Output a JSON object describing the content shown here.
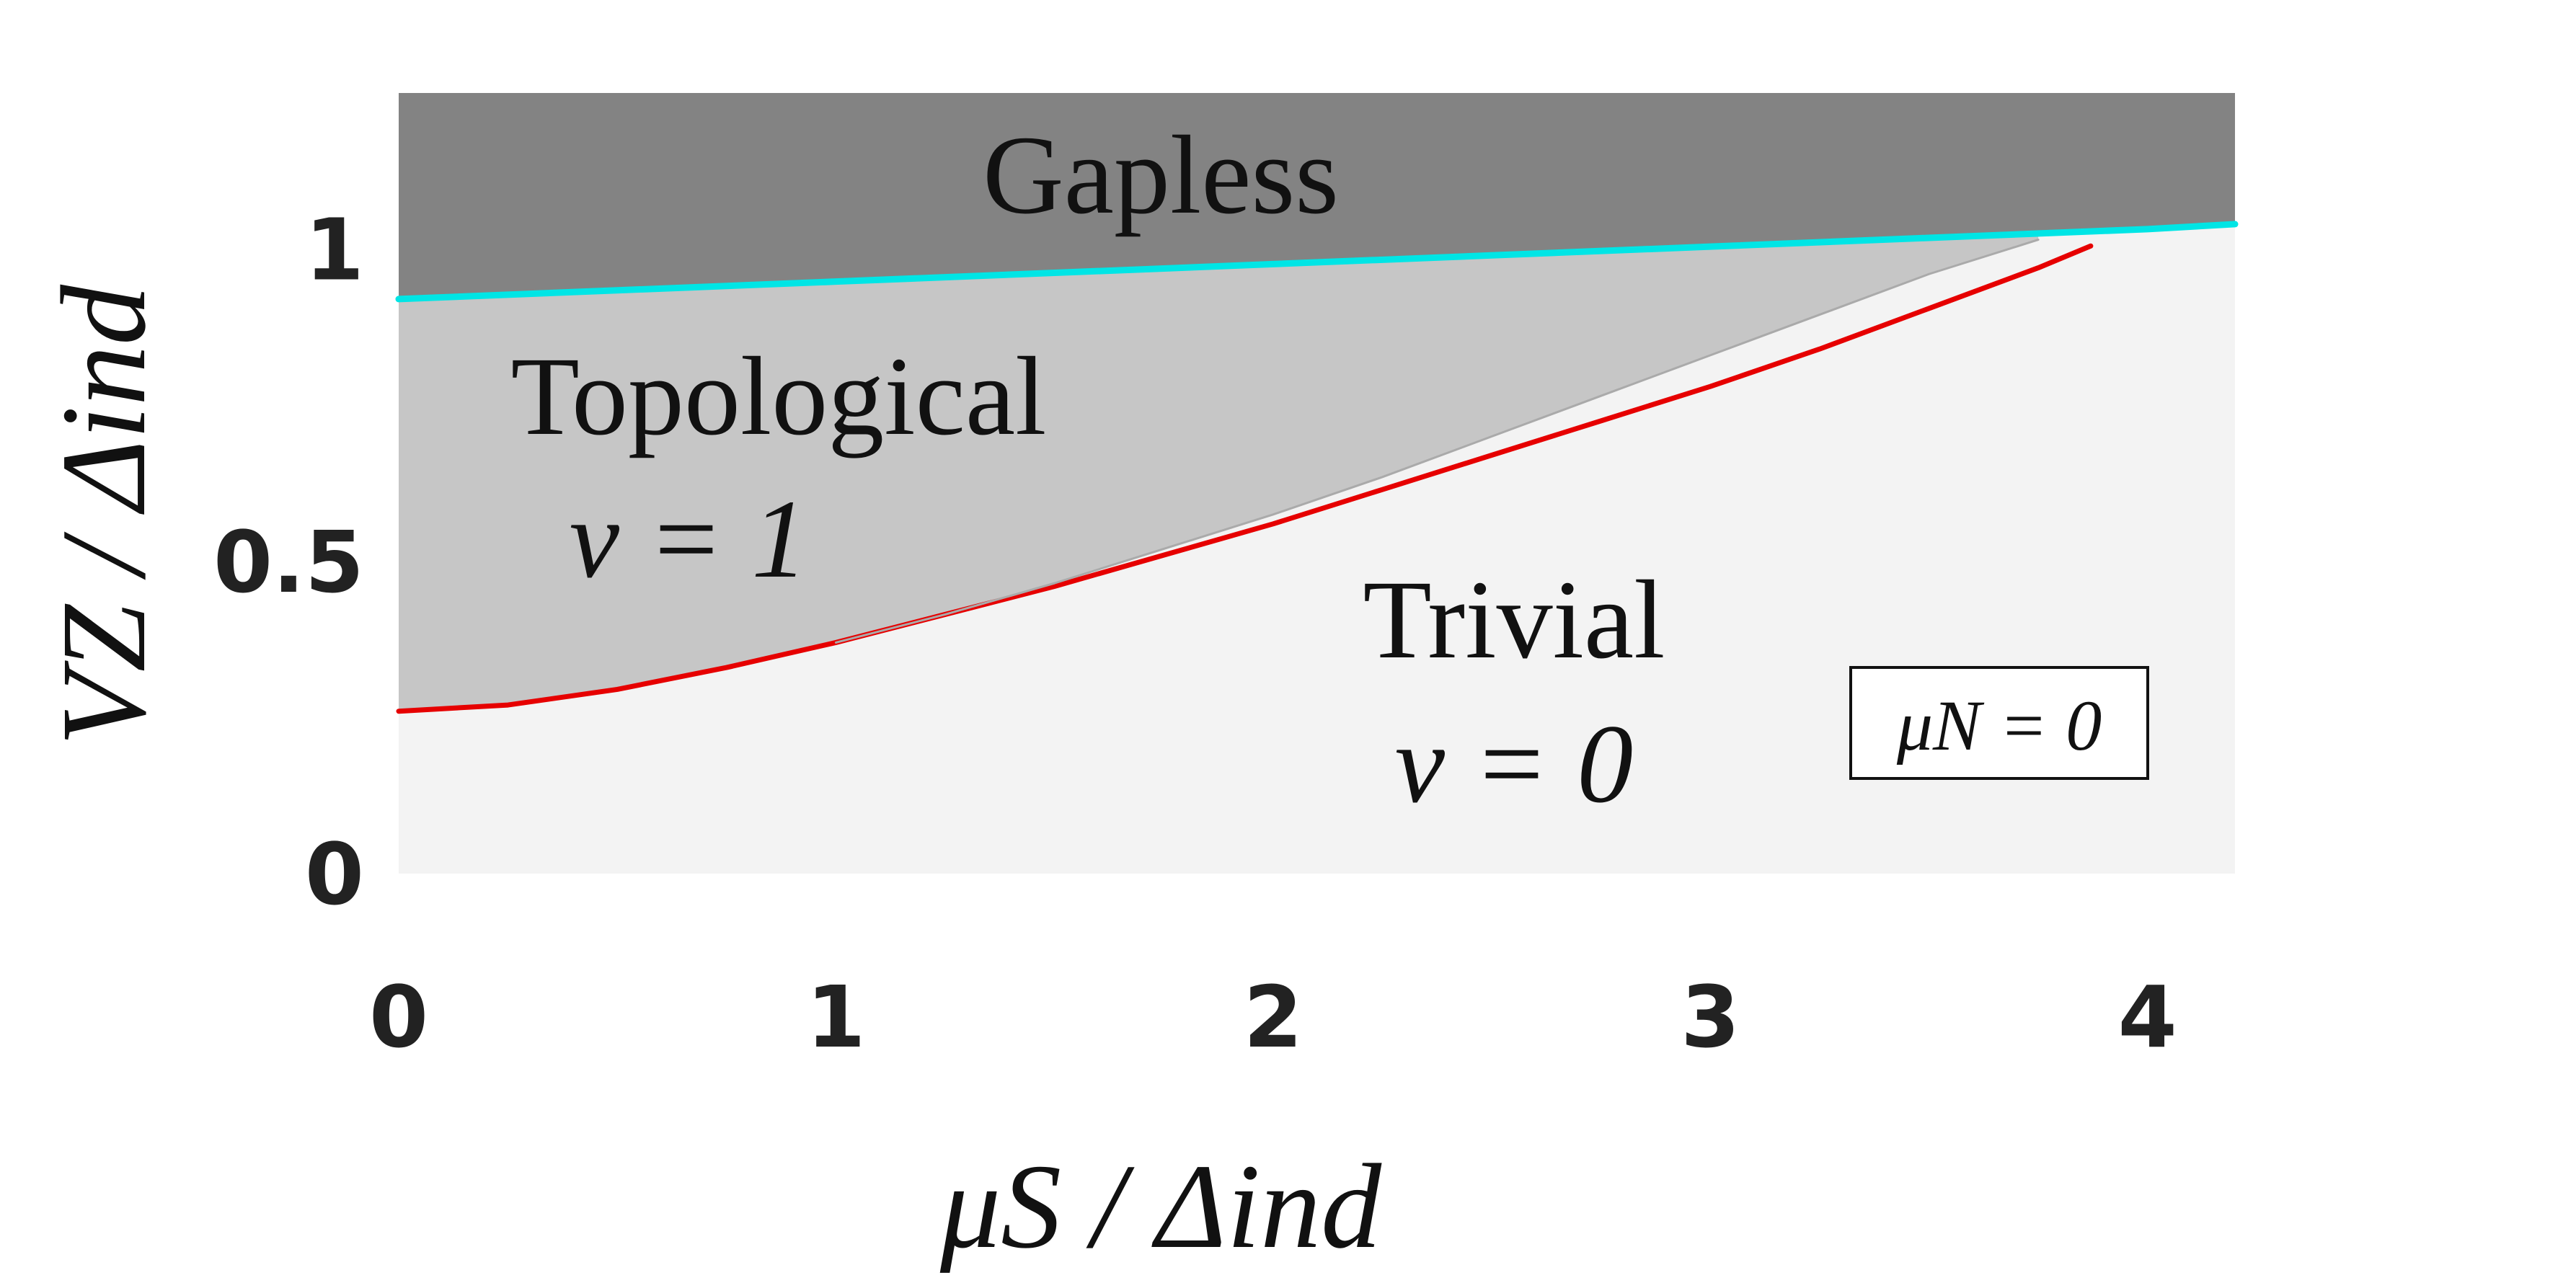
{
  "chart_data": {
    "type": "area",
    "title": "",
    "xlabel": "μS / Δind",
    "ylabel": "VZ / Δind",
    "xlim": [
      0,
      4.2
    ],
    "ylim": [
      0,
      1.25
    ],
    "xticks": [
      "0",
      "1",
      "2",
      "3",
      "4"
    ],
    "yticks": [
      "0",
      "0.5",
      "1"
    ],
    "grid": false,
    "annotation": "μN = 0",
    "regions": [
      {
        "label": "Gapless",
        "color": "#838383"
      },
      {
        "label": "Topological",
        "sublabel": "ν = 1",
        "color": "#c6c6c6"
      },
      {
        "label": "Trivial",
        "sublabel": "ν = 0",
        "color": "#f3f3f3"
      }
    ],
    "series": [
      {
        "color": "#00e5e5",
        "x": [
          0,
          0.5,
          1.0,
          1.5,
          2.0,
          2.5,
          3.0,
          3.5,
          4.0,
          4.2
        ],
        "y": [
          0.92,
          0.934,
          0.948,
          0.962,
          0.976,
          0.99,
          1.004,
          1.018,
          1.032,
          1.04
        ]
      },
      {
        "color": "#e60000",
        "x": [
          0,
          0.25,
          0.5,
          0.75,
          1.0,
          1.25,
          1.5,
          1.75,
          2.0,
          2.25,
          2.5,
          2.75,
          3.0,
          3.25,
          3.5,
          3.75,
          3.87
        ],
        "y": [
          0.26,
          0.27,
          0.295,
          0.33,
          0.37,
          0.415,
          0.46,
          0.51,
          0.56,
          0.615,
          0.67,
          0.725,
          0.78,
          0.84,
          0.905,
          0.97,
          1.005
        ]
      },
      {
        "color": "#aaaaaa",
        "x": [
          1.0,
          1.25,
          1.5,
          1.75,
          2.0,
          2.25,
          2.5,
          2.75,
          3.0,
          3.25,
          3.5,
          3.75
        ],
        "y": [
          0.37,
          0.415,
          0.465,
          0.52,
          0.575,
          0.635,
          0.7,
          0.765,
          0.83,
          0.895,
          0.96,
          1.015
        ]
      }
    ]
  }
}
